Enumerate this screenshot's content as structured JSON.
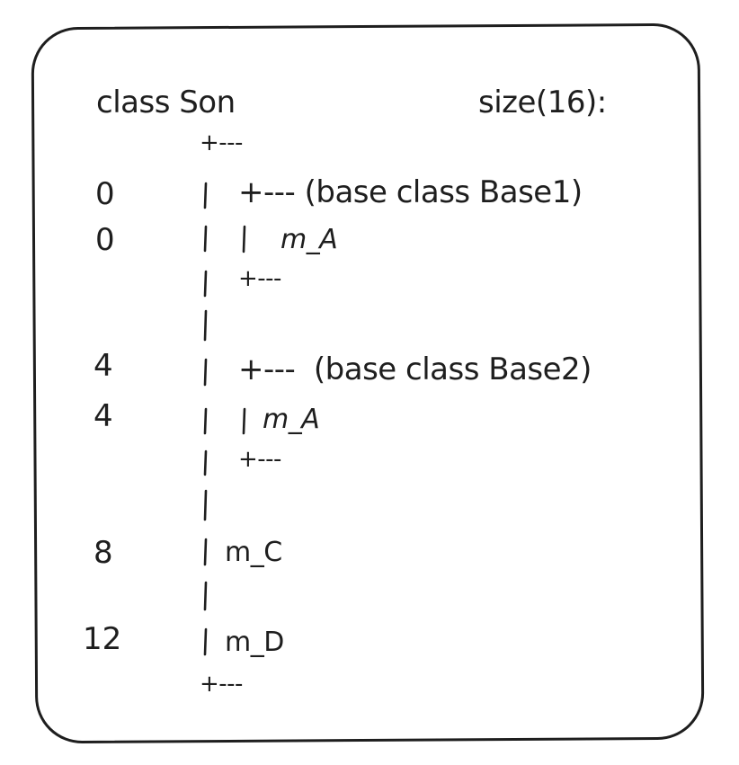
{
  "layout": {
    "class_label": "class Son",
    "size_label": "size(16):",
    "rows": [
      {
        "offset": "",
        "text": "+---"
      },
      {
        "offset": "0",
        "text": "+--- (base class Base1)"
      },
      {
        "offset": "0",
        "text": "m_A"
      },
      {
        "offset": "",
        "text": "+---"
      },
      {
        "offset": "4",
        "text": "+---  (base class Base2)"
      },
      {
        "offset": "4",
        "text": "m_A"
      },
      {
        "offset": "",
        "text": "+---"
      },
      {
        "offset": "8",
        "text": "m_C"
      },
      {
        "offset": "12",
        "text": "m_D"
      },
      {
        "offset": "",
        "text": "+---"
      }
    ]
  }
}
